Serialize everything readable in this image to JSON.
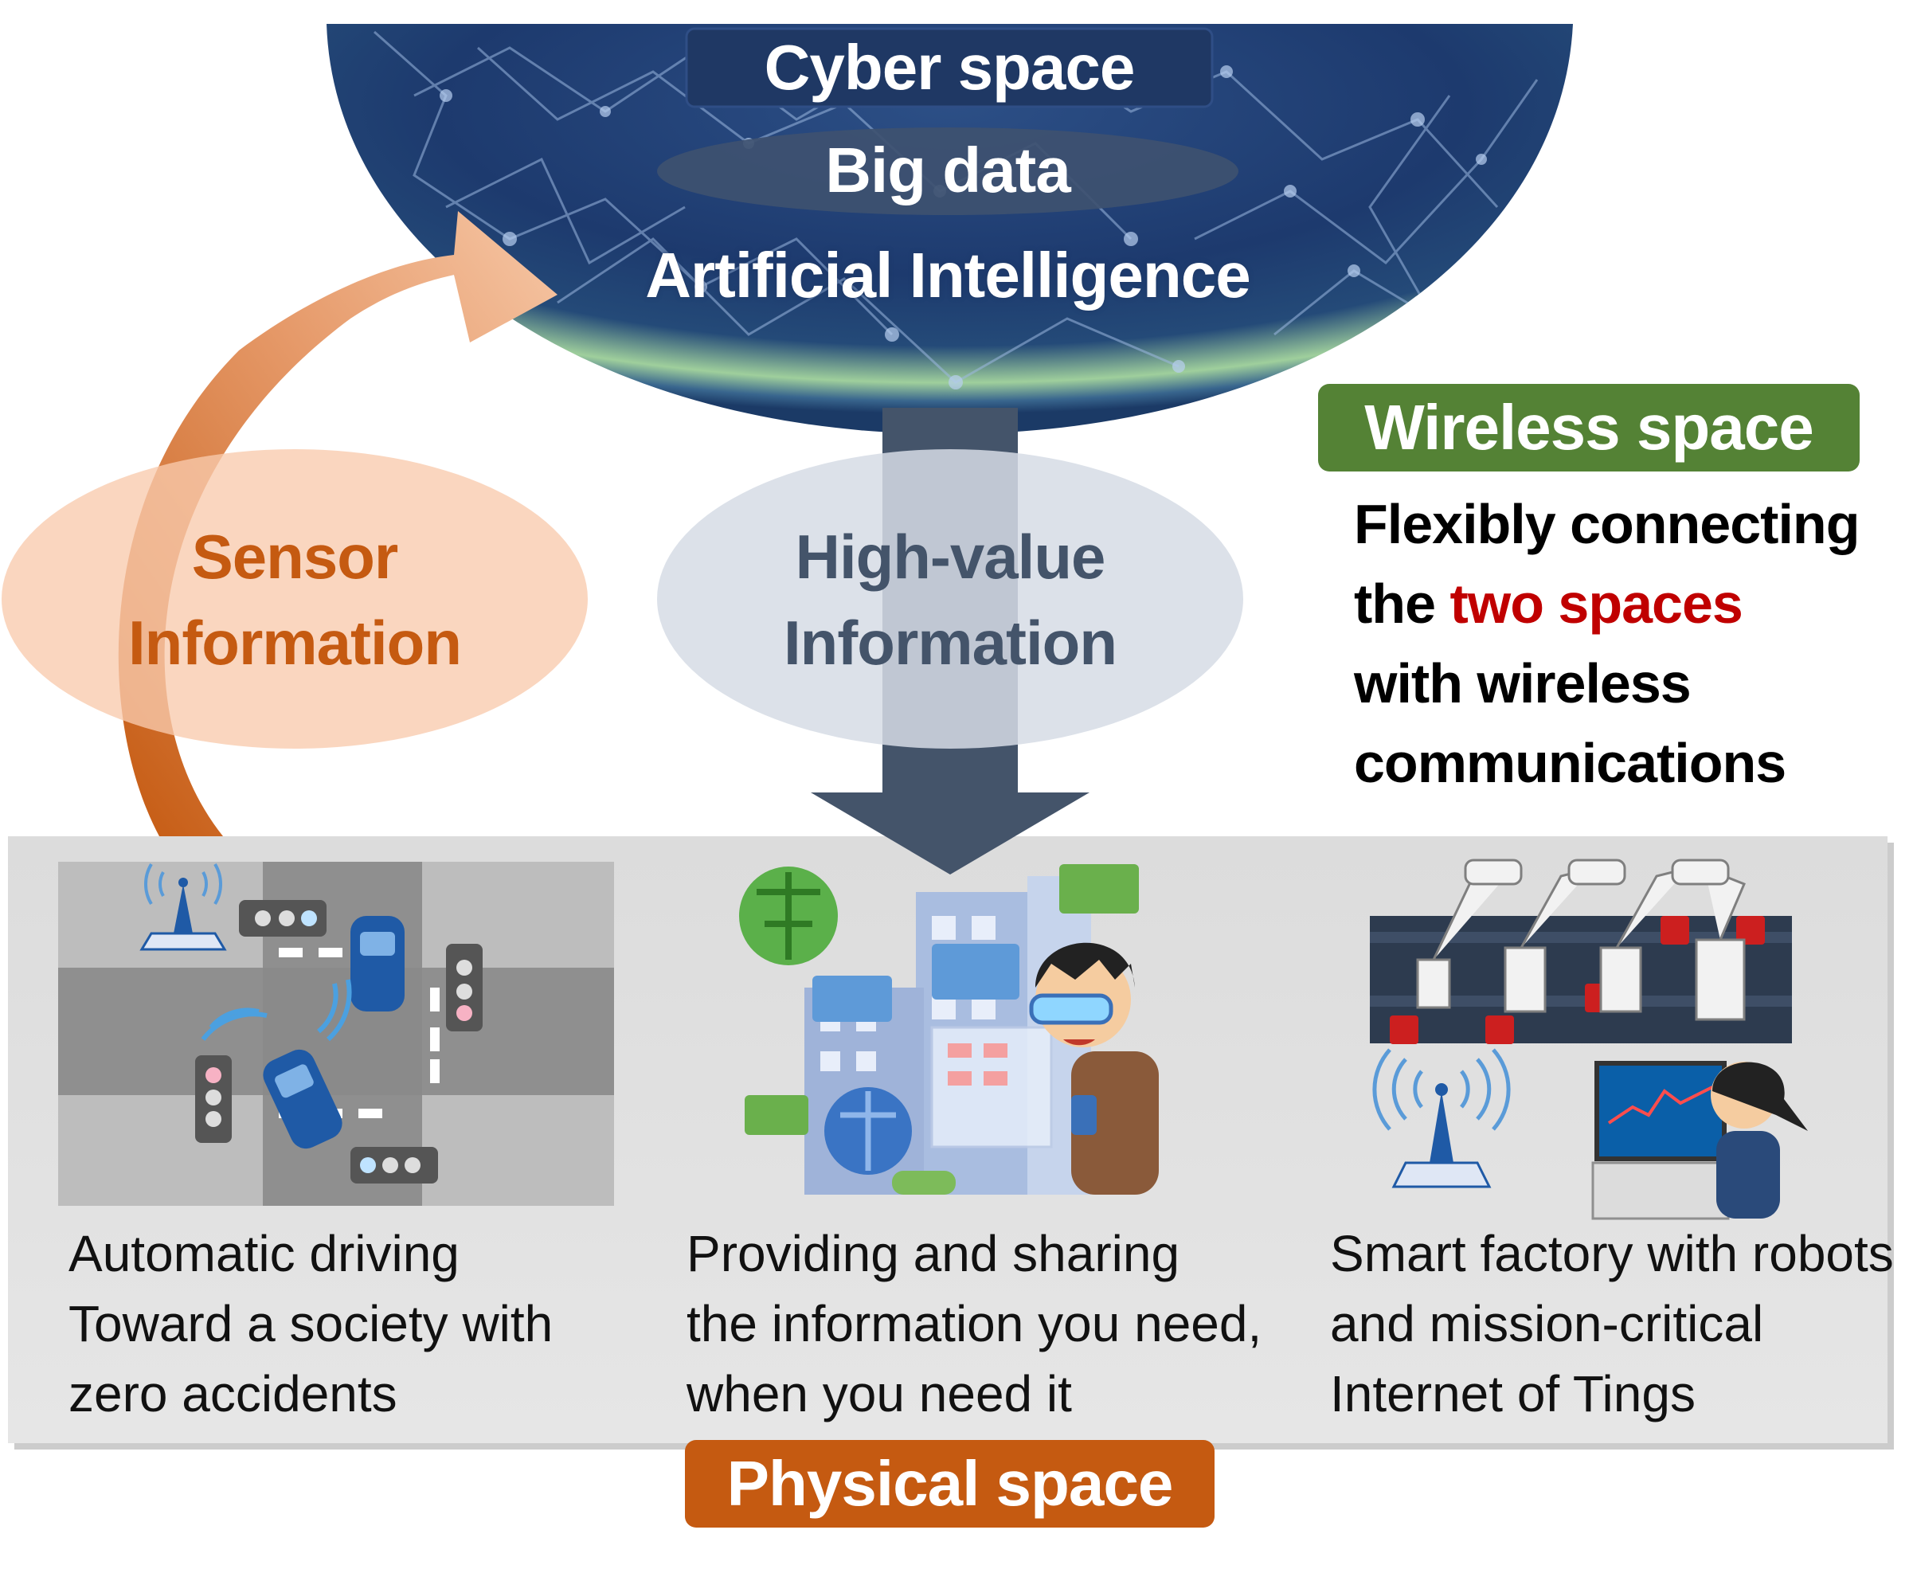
{
  "cyber": {
    "title": "Cyber space",
    "big_data": "Big data",
    "ai": "Artificial Intelligence"
  },
  "sensor": {
    "line1": "Sensor",
    "line2": "Information"
  },
  "high_value": {
    "line1": "High-value",
    "line2": "Information"
  },
  "wireless": {
    "title": "Wireless space",
    "desc_line1": "Flexibly connecting",
    "desc_line2_pre": "the ",
    "desc_line2_highlight": "two spaces",
    "desc_line3": "with wireless",
    "desc_line4": "communications"
  },
  "physical": {
    "title": "Physical space",
    "panels": [
      {
        "lines": [
          "Automatic driving",
          "Toward a society with",
          "zero accidents"
        ]
      },
      {
        "lines": [
          "Providing and sharing",
          "the information you need,",
          "when you need it"
        ]
      },
      {
        "lines": [
          "Smart factory with robots",
          "and mission-critical",
          "Internet of Tings"
        ]
      }
    ]
  },
  "colors": {
    "orange": "#c55a11",
    "wireless_green": "#548235",
    "navy": "#1f3864",
    "arrow_slate": "#44546a",
    "highlight_red": "#c00000"
  }
}
